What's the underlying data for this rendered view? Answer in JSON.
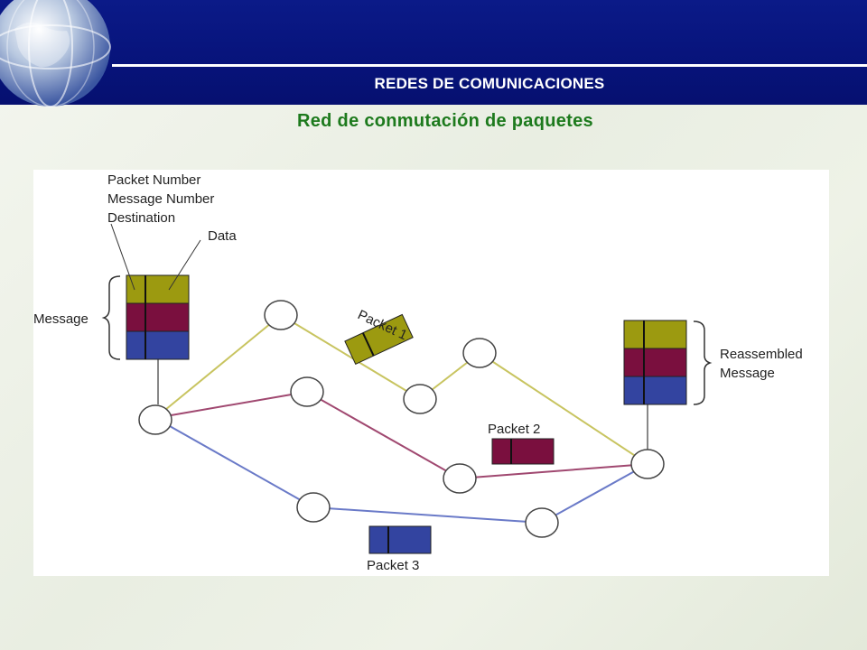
{
  "header": {
    "title": "REDES DE COMUNICACIONES"
  },
  "slide": {
    "subtitle": "Red de conmutación de paquetes"
  },
  "diagram": {
    "labels": {
      "packet_number": "Packet Number",
      "message_number": "Message Number",
      "destination": "Destination",
      "data": "Data",
      "message": "Message",
      "packet1": "Packet 1",
      "packet2": "Packet 2",
      "packet3": "Packet 3",
      "reassembled_line1": "Reassembled",
      "reassembled_line2": "Message"
    },
    "colors": {
      "packet1": "#9c9a10",
      "packet2": "#7a0f3e",
      "packet3": "#3344a0",
      "path1": "#c8c460",
      "path2": "#a04870",
      "path3": "#6a7ac8"
    }
  }
}
